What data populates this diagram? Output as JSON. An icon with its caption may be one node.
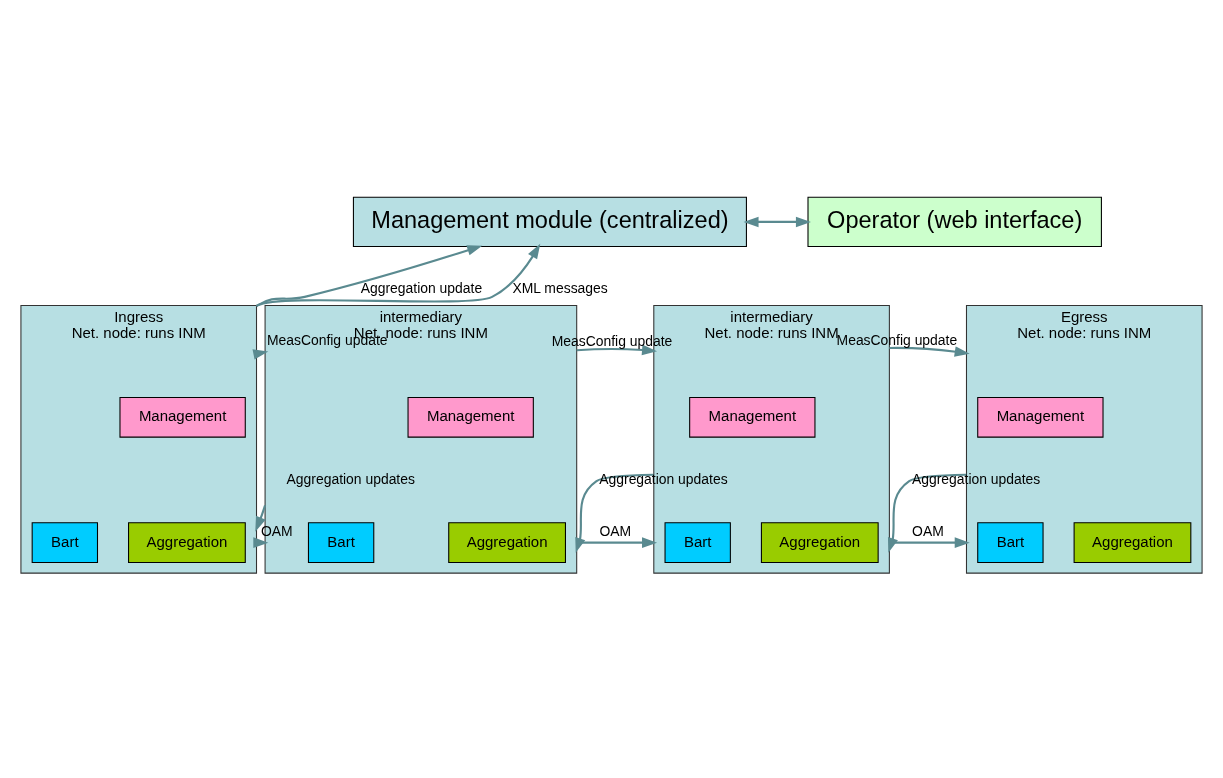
{
  "diagram": {
    "nodes": [
      {
        "text": [
          "Management module (centralized)"
        ]
      },
      {
        "text": [
          "Operator (web interface)"
        ]
      },
      {
        "text": [
          "Ingress",
          "Net. node: runs INM"
        ]
      },
      {
        "text": [
          "Management"
        ],
        "in": 2
      },
      {
        "text": [
          "Bart"
        ],
        "in": 2
      },
      {
        "text": [
          "Aggregation"
        ],
        "in": 2
      },
      {
        "text": [
          "intermediary",
          "Net. node: runs INM"
        ]
      },
      {
        "text": [
          "Management"
        ],
        "in": 6
      },
      {
        "text": [
          "Bart"
        ],
        "in": 6
      },
      {
        "text": [
          "Aggregation"
        ],
        "in": 6
      },
      {
        "text": [
          "intermediary",
          "Net. node: runs INM"
        ]
      },
      {
        "text": [
          "Management"
        ],
        "in": 10
      },
      {
        "text": [
          "Bart"
        ],
        "in": 10
      },
      {
        "text": [
          "Aggregation"
        ],
        "in": 10
      },
      {
        "text": [
          "Egress",
          "Net. node: runs INM"
        ]
      },
      {
        "text": [
          "Management"
        ],
        "in": 14
      },
      {
        "text": [
          "Bart"
        ],
        "in": 14
      },
      {
        "text": [
          "Aggregation"
        ],
        "in": 14
      }
    ],
    "edges": [
      {
        "from": 0,
        "to": 1,
        "arrow": "both"
      },
      {
        "from": 2,
        "to": 0,
        "arrow": "to",
        "label": "Aggregation update"
      },
      {
        "from": 2,
        "to": 0,
        "arrow": "to",
        "label": "XML messages"
      },
      {
        "from": 2,
        "to": 6,
        "arrow": "to",
        "label": "MeasConfig update"
      },
      {
        "from": 6,
        "to": 10,
        "arrow": "to",
        "label": "MeasConfig update"
      },
      {
        "from": 10,
        "to": 14,
        "arrow": "to",
        "label": "MeasConfig update"
      },
      {
        "from": 2,
        "to": 6,
        "arrow": "to",
        "label": "OAM"
      },
      {
        "from": 6,
        "to": 10,
        "arrow": "to",
        "label": "OAM"
      },
      {
        "from": 10,
        "to": 14,
        "arrow": "to",
        "label": "OAM"
      },
      {
        "from": 6,
        "to": 2,
        "arrow": "to",
        "label": "Aggregation updates"
      },
      {
        "from": 10,
        "to": 6,
        "arrow": "to",
        "label": "Aggregation updates"
      },
      {
        "from": 14,
        "to": 10,
        "arrow": "to",
        "label": "Aggregation updates"
      }
    ]
  }
}
